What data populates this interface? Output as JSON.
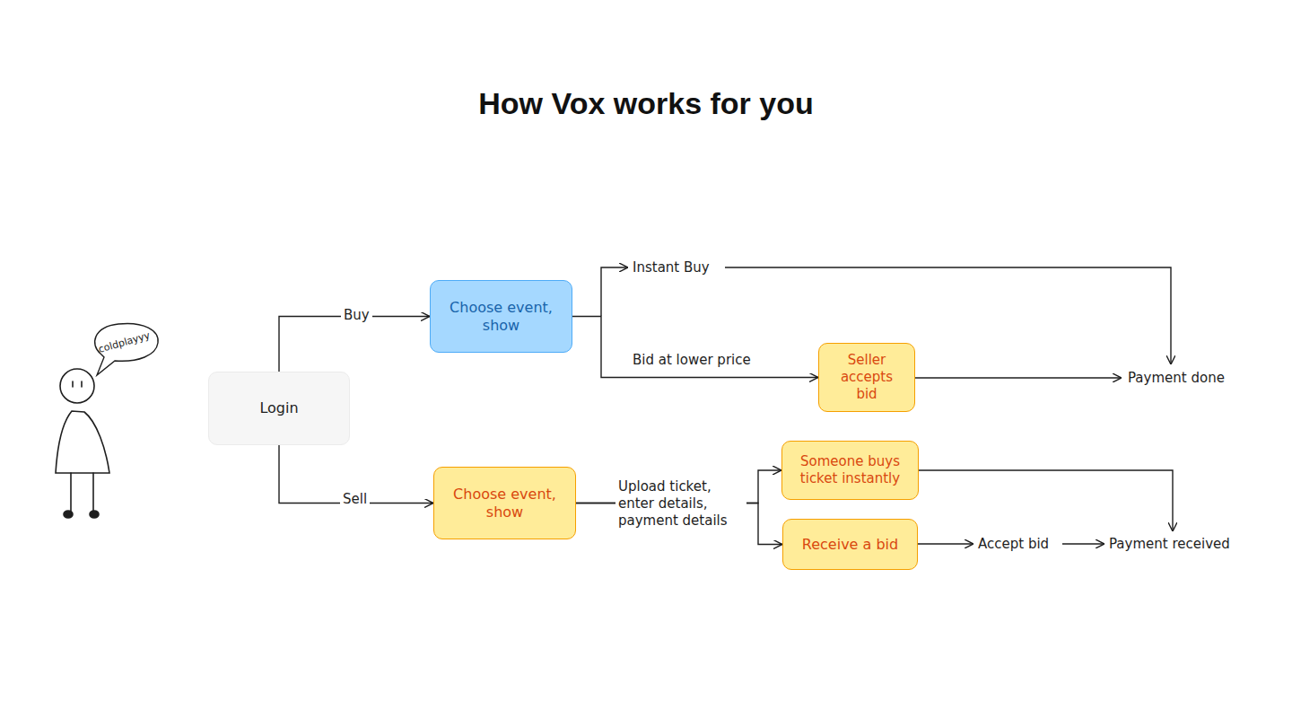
{
  "diagram": {
    "title": "How Vox works for you",
    "nodes": [
      {
        "text": [
          "coldplayyy"
        ]
      },
      {
        "text": [
          "Login"
        ]
      },
      {
        "text": [
          "Choose event, show"
        ]
      },
      {
        "text": [
          "Seller accepts bid"
        ]
      },
      {
        "text": [
          "Choose event, show"
        ]
      },
      {
        "text": [
          "Someone buys ticket instantly"
        ]
      },
      {
        "text": [
          "Receive a bid"
        ]
      }
    ],
    "edges": [
      {
        "from": 1,
        "to": 2,
        "arrow": "to",
        "label": "Buy"
      },
      {
        "from": 1,
        "to": 4,
        "arrow": "to",
        "label": "Sell"
      },
      {
        "from": 2,
        "to": 3,
        "arrow": "to",
        "label": "Bid at lower price"
      },
      {
        "from": 4,
        "to": 5,
        "arrow": "to",
        "label": "Upload ticket, enter details, payment details"
      },
      {
        "from": 4,
        "to": 6,
        "arrow": "to"
      }
    ],
    "labels": [
      "Instant Buy",
      "Payment done",
      "Accept bid",
      "Payment received"
    ]
  }
}
